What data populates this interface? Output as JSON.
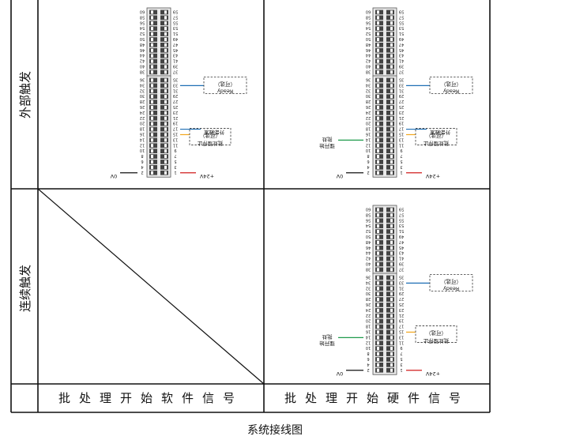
{
  "table": {
    "row_labels": [
      "外部触发",
      "连续触发"
    ],
    "column_headers": [
      "批处理开始软件信号",
      "批处理开始硬件信号"
    ]
  },
  "caption": "系统接线图",
  "connector": {
    "upper_block": {
      "left_pins": [
        "60",
        "58",
        "56",
        "54",
        "52",
        "50",
        "48",
        "46",
        "44",
        "42",
        "40",
        "38"
      ],
      "right_pins": [
        "59",
        "57",
        "55",
        "53",
        "51",
        "49",
        "47",
        "45",
        "43",
        "41",
        "39",
        "37"
      ]
    },
    "lower_block": {
      "left_pins": [
        "36",
        "34",
        "32",
        "30",
        "28",
        "26",
        "24",
        "22",
        "20",
        "18",
        "16",
        "14",
        "12",
        "10",
        "8",
        "6",
        "4",
        "2"
      ],
      "right_pins": [
        "35",
        "33",
        "31",
        "29",
        "27",
        "25",
        "23",
        "21",
        "19",
        "17",
        "15",
        "13",
        "11",
        "9",
        "7",
        "5",
        "3",
        "1"
      ]
    }
  },
  "labels": {
    "ready": "Ready",
    "optional": "（可选）",
    "ext_trigger": "外部触发",
    "batch_stop": "批处理停止",
    "batch_start": "批处理开始",
    "plus24v": "+24V",
    "zero_v": "0V"
  },
  "colors": {
    "plus24v_wire": "#d11d1d",
    "ext_trigger_wire": "#1f6fb5",
    "optional_wire": "#f2a51a",
    "batch_start_wire": "#1f9a4c",
    "zero_v_wire": "#111111"
  }
}
